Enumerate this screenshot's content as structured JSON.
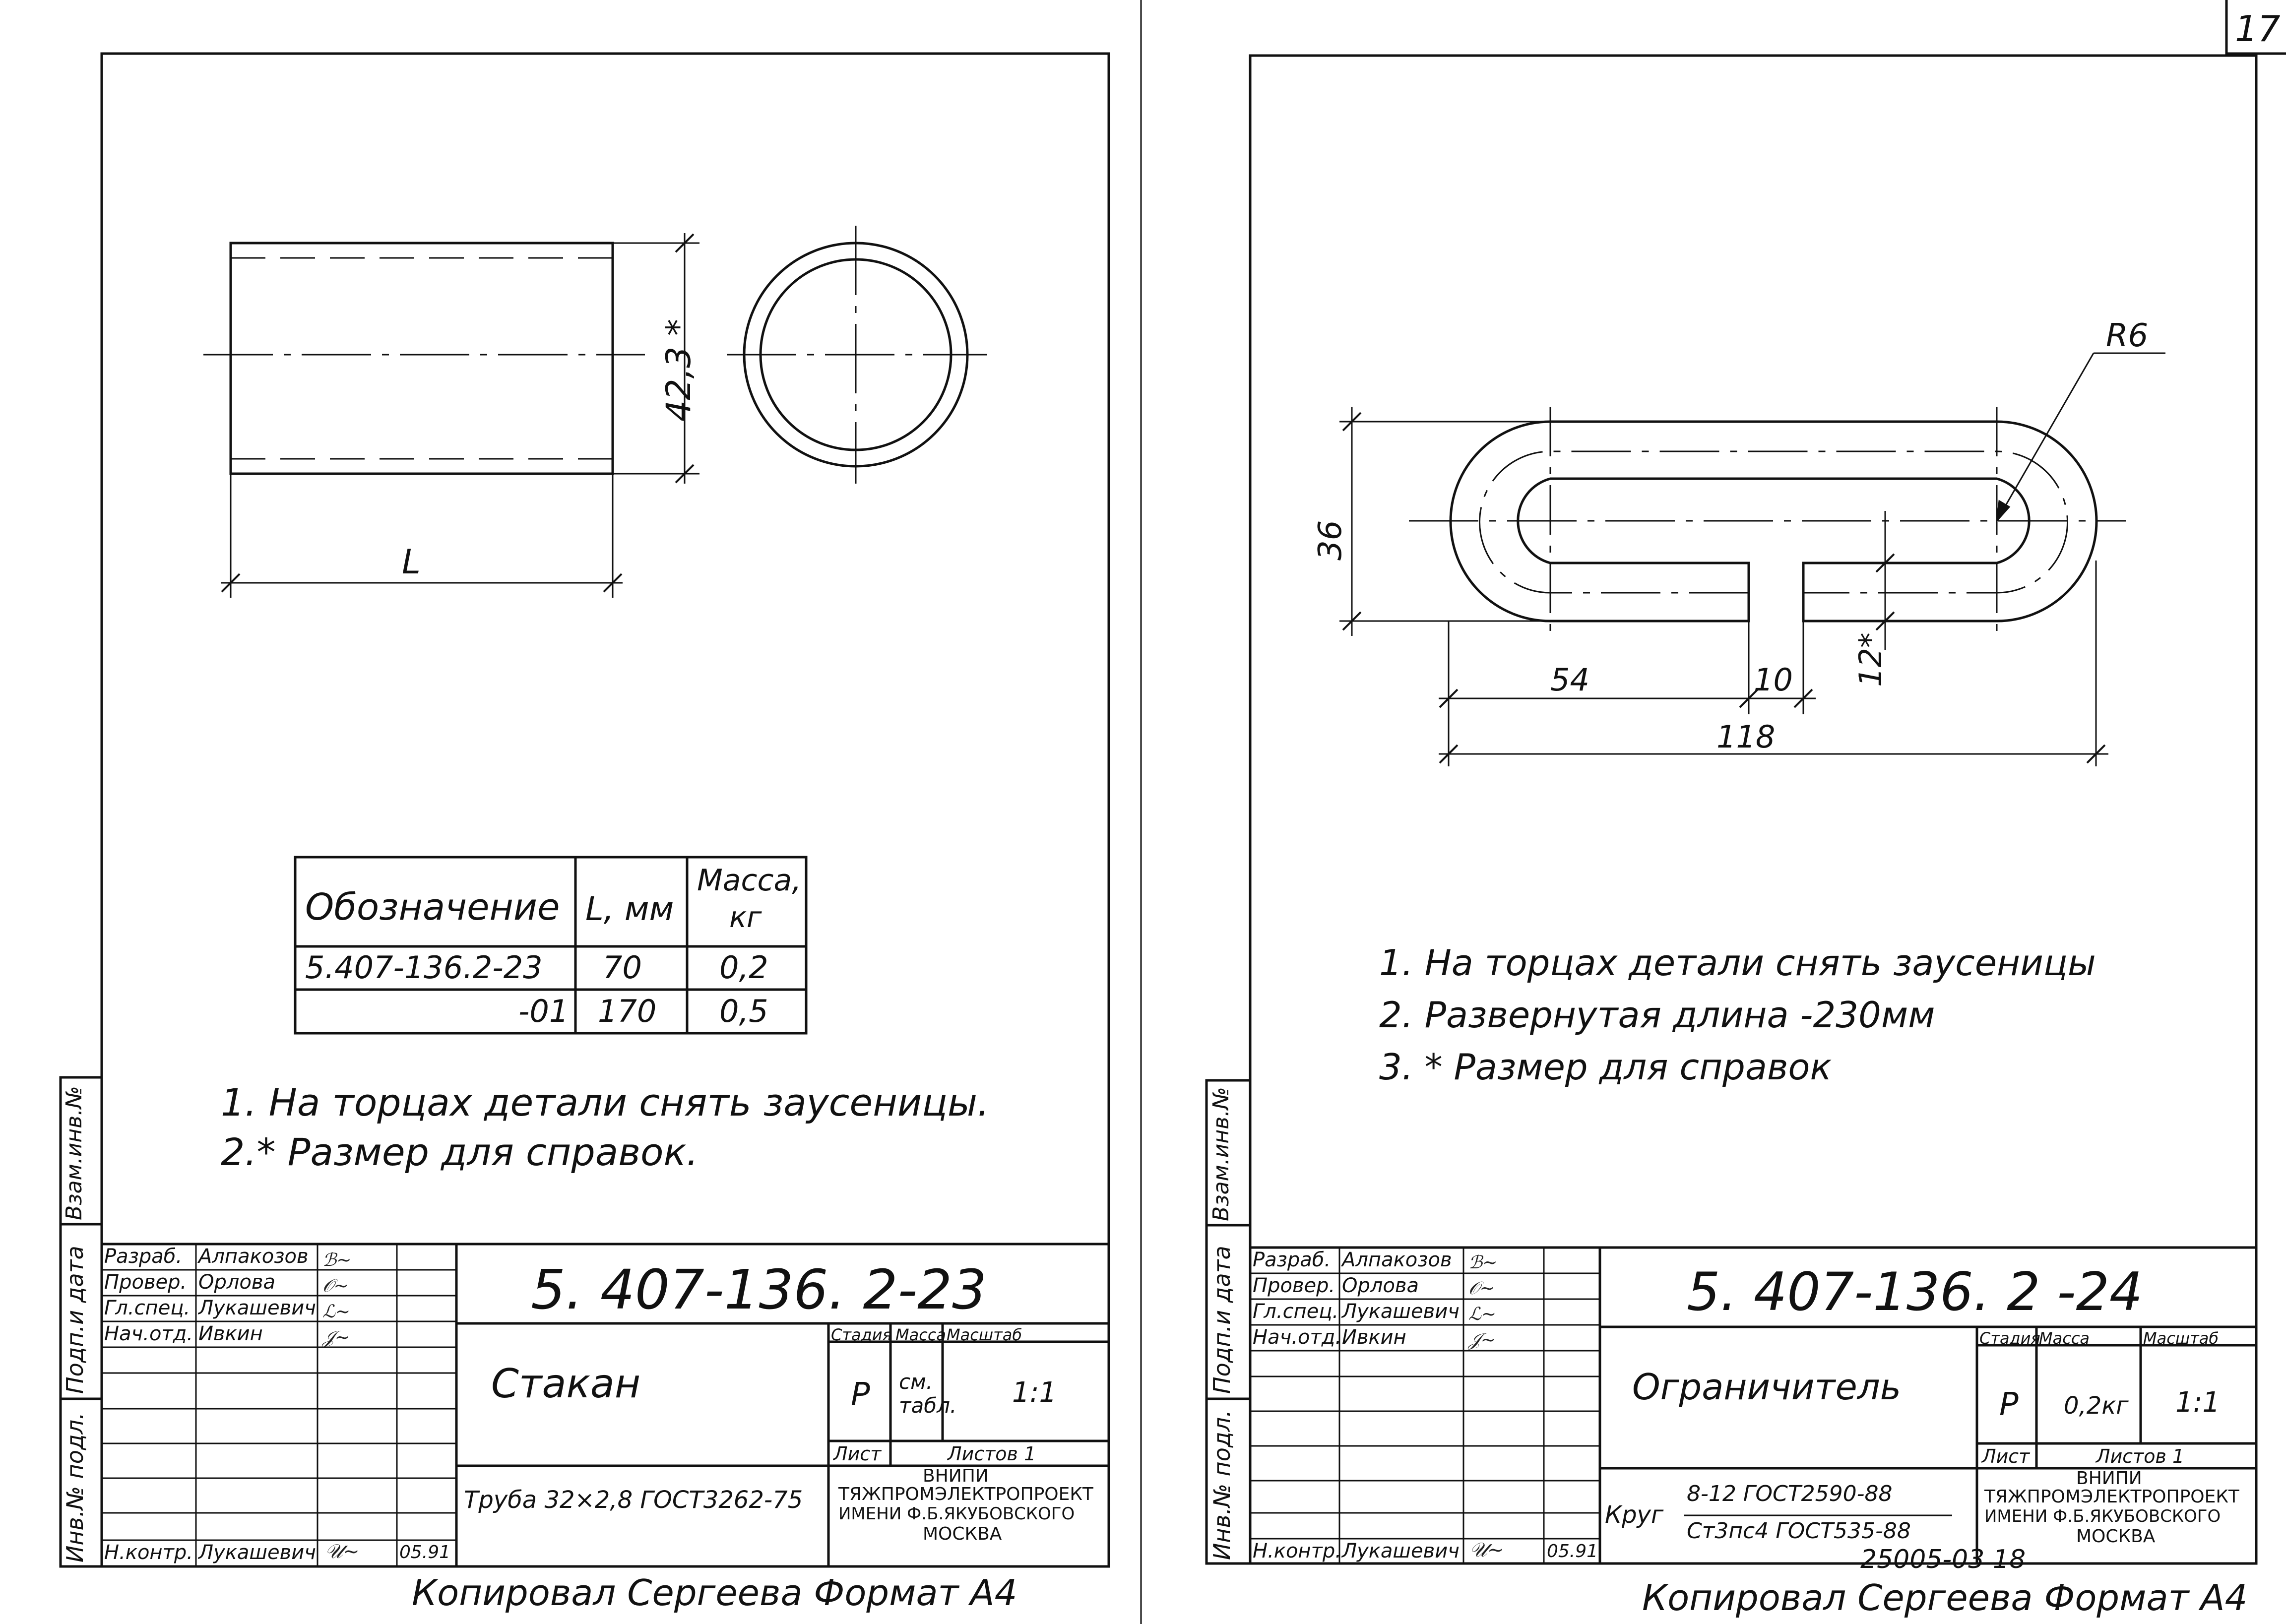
{
  "page_number": "17",
  "left": {
    "dim_diameter": "42,3 *",
    "dim_length": "L",
    "table": {
      "headers": [
        "Обозначение",
        "L, мм",
        "Масса,",
        "кг"
      ],
      "rows": [
        [
          "5.407-136.2-23",
          "70",
          "0,2"
        ],
        [
          "-01",
          "170",
          "0,5"
        ]
      ]
    },
    "notes": [
      "1. На торцах детали снять заусеницы.",
      "2.* Размер  для справок."
    ],
    "stamp": {
      "roles": [
        "Разраб.",
        "Провер.",
        "Гл.спец.",
        "Нач.отд.",
        "Н.контр."
      ],
      "names": [
        "Алпакозов",
        "Орлова",
        "Лукашевич",
        "Ивкин",
        "Лукашевич"
      ],
      "date": "05.91",
      "designation": "5. 407-136. 2-23",
      "title": "Стакан",
      "col_headers": [
        "Стадия",
        "Масса",
        "Масштаб"
      ],
      "stage": "Р",
      "mass": "см. табл.",
      "scale": "1:1",
      "sheet_label": "Лист",
      "sheets_label": "Листов 1",
      "material": "Труба 32×2,8 ГОСТ3262-75",
      "org": [
        "ВНИПИ",
        "ТЯЖПРОМЭЛЕКТРОПРОЕКТ",
        "ИМЕНИ Ф.Б.ЯКУБОВСКОГО",
        "МОСКВА"
      ]
    },
    "side_labels": [
      "Инв.№ подл.",
      "Подп.и дата",
      "Взам.инв.№"
    ],
    "footer": "Копировал  Сергеева  Формат  А4"
  },
  "right": {
    "dims": {
      "r": "R6",
      "h": "36",
      "a": "54",
      "b": "10",
      "c": "118",
      "d": "12*"
    },
    "notes": [
      "1. На торцах детали снять заусеницы",
      "2. Развернутая длина -230мм",
      "3. * Размер для справок"
    ],
    "stamp": {
      "roles": [
        "Разраб.",
        "Провер.",
        "Гл.спец.",
        "Нач.отд.",
        "Н.контр."
      ],
      "names": [
        "Алпакозов",
        "Орлова",
        "Лукашевич",
        "Ивкин",
        "Лукашевич"
      ],
      "date": "05.91",
      "designation": "5. 407-136. 2 -24",
      "title": "Ограничитель",
      "col_headers": [
        "Стадия",
        "Масса",
        "Масштаб"
      ],
      "stage": "Р",
      "mass": "0,2кг",
      "scale": "1:1",
      "sheet_label": "Лист",
      "sheets_label": "Листов 1",
      "material_prefix": "Круг",
      "material_top": "8-12 ГОСТ2590-88",
      "material_bottom": "Ст3пс4 ГОСТ535-88",
      "org": [
        "ВНИПИ",
        "ТЯЖПРОМЭЛЕКТРОПРОЕКТ",
        "ИМЕНИ Ф.Б.ЯКУБОВСКОГО",
        "МОСКВА"
      ]
    },
    "side_labels": [
      "Инв.№ подл.",
      "Подп.и дата",
      "Взам.инв.№"
    ],
    "album_code": "25005-03  18",
    "footer": "Копировал  Сергеева  Формат А4"
  }
}
